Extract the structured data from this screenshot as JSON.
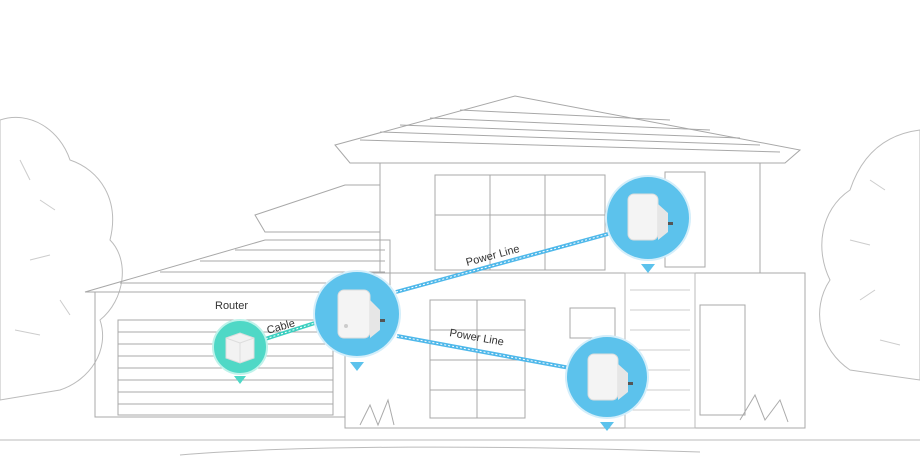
{
  "labels": {
    "router": "Router",
    "cable": "Cable",
    "power_line_1": "Power Line",
    "power_line_2": "Power Line"
  },
  "colors": {
    "router_pin": "#4fd8c6",
    "adapter_pin": "#5cc2ec",
    "cable_line": "#3ccfc0",
    "power_line": "#4fb8ea",
    "sketch": "#9a9a9a"
  },
  "devices": [
    {
      "name": "router",
      "icon": "router-cube-icon"
    },
    {
      "name": "main-adapter",
      "icon": "powerline-adapter-icon"
    },
    {
      "name": "upstairs-adapter",
      "icon": "powerline-adapter-icon"
    },
    {
      "name": "downstairs-adapter",
      "icon": "powerline-adapter-icon"
    }
  ]
}
